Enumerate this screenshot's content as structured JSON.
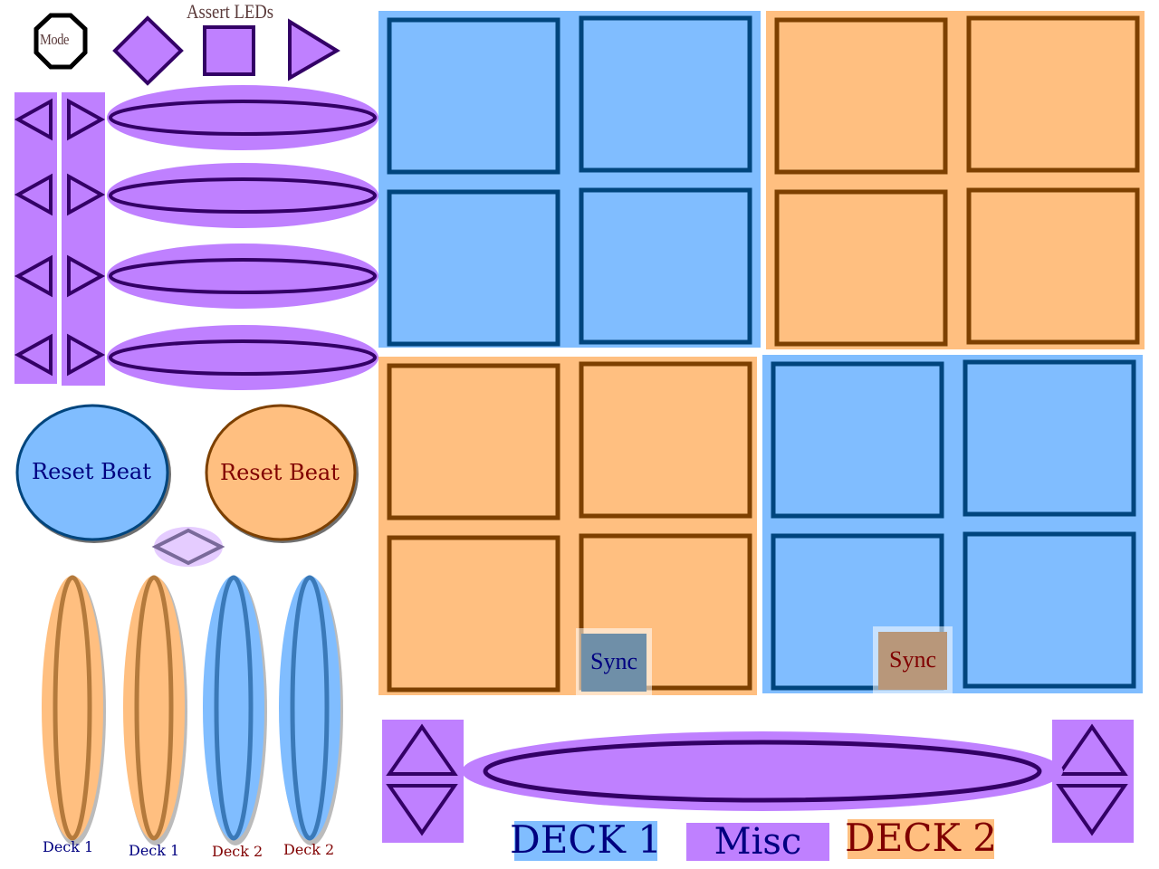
{
  "colors": {
    "deck1_fill": "#80bdff",
    "deck1_stroke": "#00457d",
    "deck2_fill": "#ffbf80",
    "deck2_stroke": "#7d4000",
    "misc_fill": "#bf80ff",
    "misc_stroke": "#330066",
    "deck1_text": "#000080",
    "deck2_text": "#800000",
    "mode_text": "#5a3a3a"
  },
  "top_controls": {
    "mode_label": "Mode",
    "assert_leds_label": "Assert LEDs",
    "icons": [
      "octagon-mode-icon",
      "diamond-icon",
      "square-icon",
      "play-triangle-icon"
    ]
  },
  "left_panel": {
    "nudge_rows": [
      {
        "left_icon": "triangle-left-icon",
        "right_icon": "triangle-right-icon"
      },
      {
        "left_icon": "triangle-left-icon",
        "right_icon": "triangle-right-icon"
      },
      {
        "left_icon": "triangle-left-icon",
        "right_icon": "triangle-right-icon"
      },
      {
        "left_icon": "triangle-left-icon",
        "right_icon": "triangle-right-icon"
      }
    ],
    "reset_beat_deck1": "Reset Beat",
    "reset_beat_deck2": "Reset Beat",
    "faders": [
      {
        "label": "Deck 1",
        "deck": "deck2"
      },
      {
        "label": "Deck 1",
        "deck": "deck2"
      },
      {
        "label": "Deck 2",
        "deck": "deck1"
      },
      {
        "label": "Deck 2",
        "deck": "deck1"
      }
    ]
  },
  "pad_grids": [
    {
      "name": "pad-grid-top-left",
      "deck": "deck1"
    },
    {
      "name": "pad-grid-top-right",
      "deck": "deck2"
    },
    {
      "name": "pad-grid-bottom-left",
      "deck": "deck2"
    },
    {
      "name": "pad-grid-bottom-right",
      "deck": "deck1"
    }
  ],
  "sync_buttons": {
    "left": "Sync",
    "right": "Sync"
  },
  "bottom_bar": {
    "left_icons": [
      "triangle-up-icon",
      "triangle-down-icon"
    ],
    "right_icons": [
      "triangle-up-icon",
      "triangle-down-icon"
    ]
  },
  "legend": {
    "deck1": "DECK 1",
    "misc": "Misc",
    "deck2": "DECK 2"
  }
}
